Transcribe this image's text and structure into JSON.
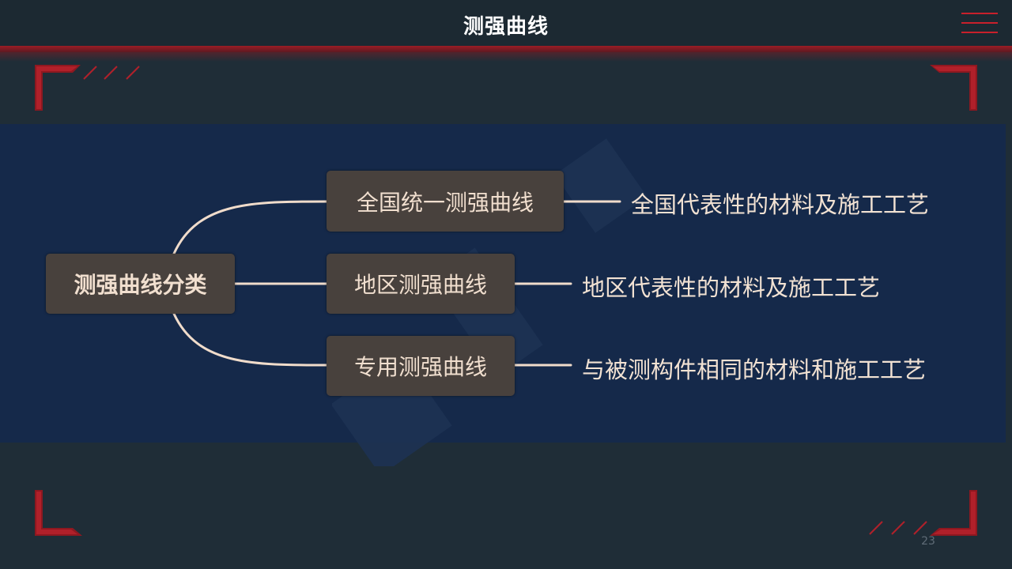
{
  "header": {
    "title": "测强曲线"
  },
  "mindmap": {
    "root": "测强曲线分类",
    "branches": [
      {
        "label": "全国统一测强曲线",
        "description": "全国代表性的材料及施工工艺"
      },
      {
        "label": "地区测强曲线",
        "description": "地区代表性的材料及施工工艺"
      },
      {
        "label": "专用测强曲线",
        "description": "与被测构件相同的材料和施工工艺"
      }
    ]
  },
  "footer": {
    "page_number": "23"
  },
  "icons": {
    "menu": "hamburger-menu-icon"
  },
  "colors": {
    "accent": "#c8202b",
    "panel": "#15294a",
    "node": "#48413d",
    "text": "#f1dfcf"
  }
}
